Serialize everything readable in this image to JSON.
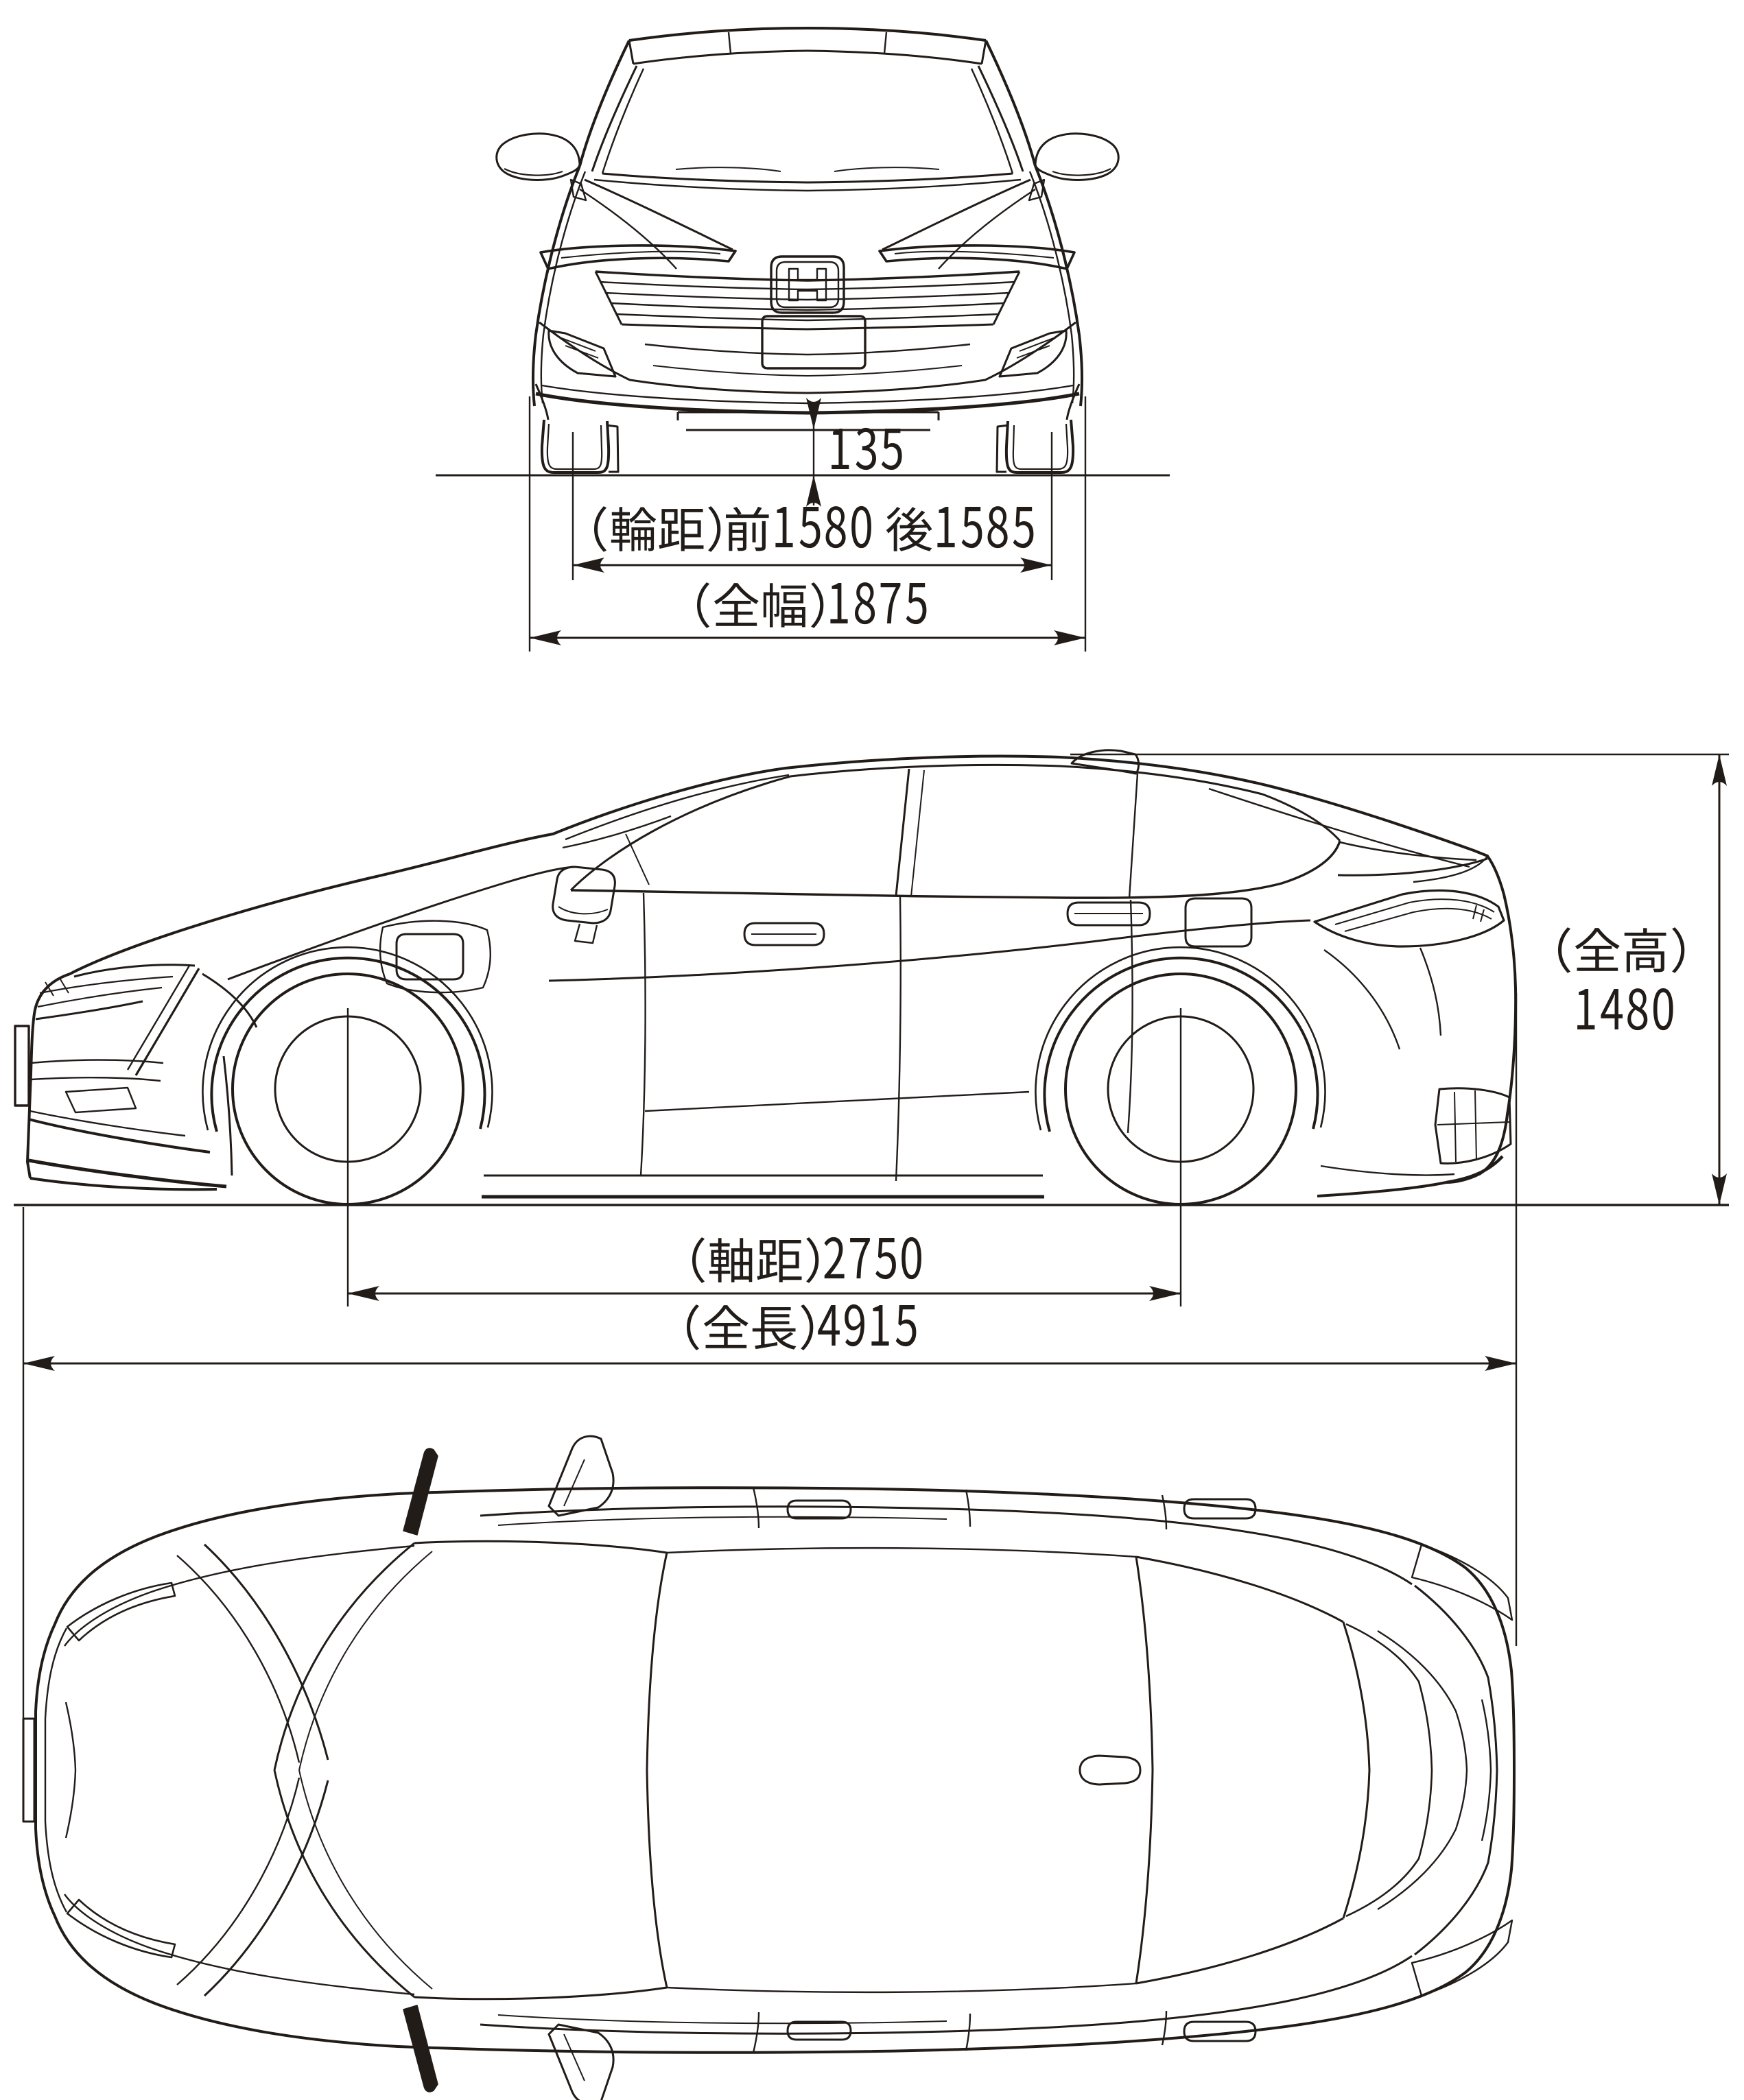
{
  "page": {
    "background": "#ffffff",
    "line_color": "#221c19"
  },
  "front_view": {
    "ground_clearance": {
      "label": "135",
      "value_mm": 135
    },
    "track": {
      "label": "（輪距）前1580 後1585",
      "front_mm": 1580,
      "rear_mm": 1585
    },
    "overall_width": {
      "label": "（全幅）1875",
      "value_mm": 1875
    }
  },
  "side_view": {
    "overall_height": {
      "label": "（全高）",
      "value": "1480",
      "value_mm": 1480
    },
    "wheelbase": {
      "label": "（軸距）2750",
      "value_mm": 2750
    },
    "overall_length": {
      "label": "（全長）4915",
      "value_mm": 4915
    }
  }
}
